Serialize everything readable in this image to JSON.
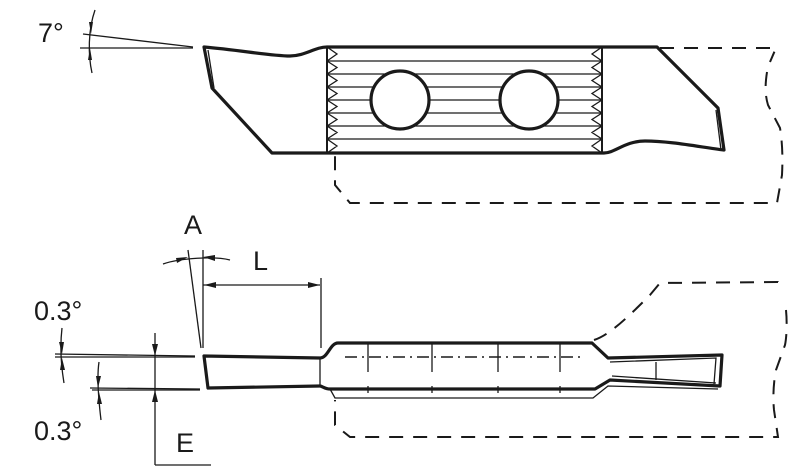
{
  "drawing": {
    "labels": {
      "top_angle": "7°",
      "angle_a": "A",
      "length_l": "L",
      "upper_angle": "0.3°",
      "lower_angle": "0.3°",
      "width_e": "E"
    },
    "views": [
      "top-view",
      "side-view"
    ]
  }
}
